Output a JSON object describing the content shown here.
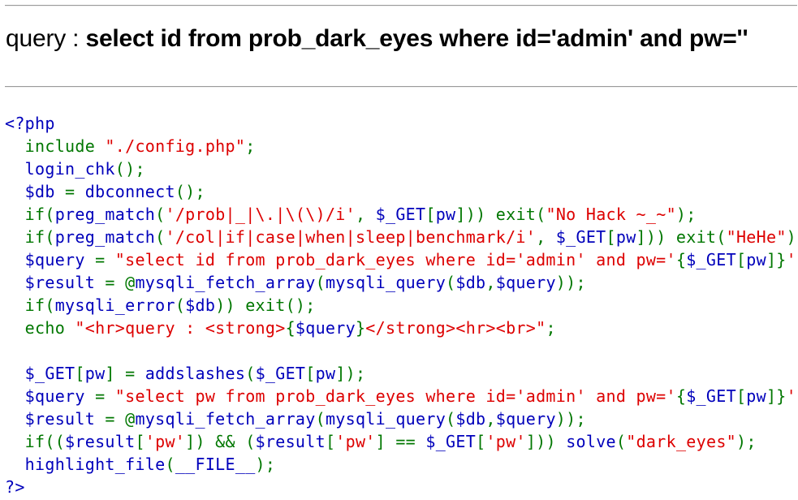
{
  "query_label": "query : ",
  "query_text": "select id from prob_dark_eyes where id='admin' and pw=''",
  "colors": {
    "default": "#0000BB",
    "keyword": "#007700",
    "string": "#DD0000"
  },
  "source_code": [
    [
      {
        "t": "<?php",
        "c": "default"
      }
    ],
    [
      {
        "t": "  include ",
        "c": "keyword"
      },
      {
        "t": "\"./config.php\"",
        "c": "string"
      },
      {
        "t": ";",
        "c": "keyword"
      }
    ],
    [
      {
        "t": "  login_chk",
        "c": "default"
      },
      {
        "t": "();",
        "c": "keyword"
      }
    ],
    [
      {
        "t": "  $db ",
        "c": "default"
      },
      {
        "t": "= ",
        "c": "keyword"
      },
      {
        "t": "dbconnect",
        "c": "default"
      },
      {
        "t": "();",
        "c": "keyword"
      }
    ],
    [
      {
        "t": "  if(",
        "c": "keyword"
      },
      {
        "t": "preg_match",
        "c": "default"
      },
      {
        "t": "(",
        "c": "keyword"
      },
      {
        "t": "'/prob|_|\\.|\\(\\)/i'",
        "c": "string"
      },
      {
        "t": ", ",
        "c": "keyword"
      },
      {
        "t": "$_GET",
        "c": "default"
      },
      {
        "t": "[",
        "c": "keyword"
      },
      {
        "t": "pw",
        "c": "default"
      },
      {
        "t": "])) exit(",
        "c": "keyword"
      },
      {
        "t": "\"No Hack ~_~\"",
        "c": "string"
      },
      {
        "t": ");",
        "c": "keyword"
      }
    ],
    [
      {
        "t": "  if(",
        "c": "keyword"
      },
      {
        "t": "preg_match",
        "c": "default"
      },
      {
        "t": "(",
        "c": "keyword"
      },
      {
        "t": "'/col|if|case|when|sleep|benchmark/i'",
        "c": "string"
      },
      {
        "t": ", ",
        "c": "keyword"
      },
      {
        "t": "$_GET",
        "c": "default"
      },
      {
        "t": "[",
        "c": "keyword"
      },
      {
        "t": "pw",
        "c": "default"
      },
      {
        "t": "])) exit(",
        "c": "keyword"
      },
      {
        "t": "\"HeHe\"",
        "c": "string"
      },
      {
        "t": ");",
        "c": "keyword"
      }
    ],
    [
      {
        "t": "  $query ",
        "c": "default"
      },
      {
        "t": "= ",
        "c": "keyword"
      },
      {
        "t": "\"select id from prob_dark_eyes where id='admin' and pw='",
        "c": "string"
      },
      {
        "t": "{",
        "c": "keyword"
      },
      {
        "t": "$_GET",
        "c": "default"
      },
      {
        "t": "[",
        "c": "keyword"
      },
      {
        "t": "pw",
        "c": "default"
      },
      {
        "t": "]}",
        "c": "keyword"
      },
      {
        "t": "'\"",
        "c": "string"
      },
      {
        "t": ";",
        "c": "keyword"
      }
    ],
    [
      {
        "t": "  $result ",
        "c": "default"
      },
      {
        "t": "= @",
        "c": "keyword"
      },
      {
        "t": "mysqli_fetch_array",
        "c": "default"
      },
      {
        "t": "(",
        "c": "keyword"
      },
      {
        "t": "mysqli_query",
        "c": "default"
      },
      {
        "t": "(",
        "c": "keyword"
      },
      {
        "t": "$db",
        "c": "default"
      },
      {
        "t": ",",
        "c": "keyword"
      },
      {
        "t": "$query",
        "c": "default"
      },
      {
        "t": "));",
        "c": "keyword"
      }
    ],
    [
      {
        "t": "  if(",
        "c": "keyword"
      },
      {
        "t": "mysqli_error",
        "c": "default"
      },
      {
        "t": "(",
        "c": "keyword"
      },
      {
        "t": "$db",
        "c": "default"
      },
      {
        "t": ")) exit();",
        "c": "keyword"
      }
    ],
    [
      {
        "t": "  echo ",
        "c": "keyword"
      },
      {
        "t": "\"<hr>query : <strong>",
        "c": "string"
      },
      {
        "t": "{",
        "c": "keyword"
      },
      {
        "t": "$query",
        "c": "default"
      },
      {
        "t": "}",
        "c": "keyword"
      },
      {
        "t": "</strong><hr><br>\"",
        "c": "string"
      },
      {
        "t": ";",
        "c": "keyword"
      }
    ],
    [],
    [
      {
        "t": "  $_GET",
        "c": "default"
      },
      {
        "t": "[",
        "c": "keyword"
      },
      {
        "t": "pw",
        "c": "default"
      },
      {
        "t": "] = ",
        "c": "keyword"
      },
      {
        "t": "addslashes",
        "c": "default"
      },
      {
        "t": "(",
        "c": "keyword"
      },
      {
        "t": "$_GET",
        "c": "default"
      },
      {
        "t": "[",
        "c": "keyword"
      },
      {
        "t": "pw",
        "c": "default"
      },
      {
        "t": "]);",
        "c": "keyword"
      }
    ],
    [
      {
        "t": "  $query ",
        "c": "default"
      },
      {
        "t": "= ",
        "c": "keyword"
      },
      {
        "t": "\"select pw from prob_dark_eyes where id='admin' and pw='",
        "c": "string"
      },
      {
        "t": "{",
        "c": "keyword"
      },
      {
        "t": "$_GET",
        "c": "default"
      },
      {
        "t": "[",
        "c": "keyword"
      },
      {
        "t": "pw",
        "c": "default"
      },
      {
        "t": "]}",
        "c": "keyword"
      },
      {
        "t": "'\"",
        "c": "string"
      },
      {
        "t": ";",
        "c": "keyword"
      }
    ],
    [
      {
        "t": "  $result ",
        "c": "default"
      },
      {
        "t": "= @",
        "c": "keyword"
      },
      {
        "t": "mysqli_fetch_array",
        "c": "default"
      },
      {
        "t": "(",
        "c": "keyword"
      },
      {
        "t": "mysqli_query",
        "c": "default"
      },
      {
        "t": "(",
        "c": "keyword"
      },
      {
        "t": "$db",
        "c": "default"
      },
      {
        "t": ",",
        "c": "keyword"
      },
      {
        "t": "$query",
        "c": "default"
      },
      {
        "t": "));",
        "c": "keyword"
      }
    ],
    [
      {
        "t": "  if((",
        "c": "keyword"
      },
      {
        "t": "$result",
        "c": "default"
      },
      {
        "t": "[",
        "c": "keyword"
      },
      {
        "t": "'pw'",
        "c": "string"
      },
      {
        "t": "]) && (",
        "c": "keyword"
      },
      {
        "t": "$result",
        "c": "default"
      },
      {
        "t": "[",
        "c": "keyword"
      },
      {
        "t": "'pw'",
        "c": "string"
      },
      {
        "t": "] == ",
        "c": "keyword"
      },
      {
        "t": "$_GET",
        "c": "default"
      },
      {
        "t": "[",
        "c": "keyword"
      },
      {
        "t": "'pw'",
        "c": "string"
      },
      {
        "t": "])) ",
        "c": "keyword"
      },
      {
        "t": "solve",
        "c": "default"
      },
      {
        "t": "(",
        "c": "keyword"
      },
      {
        "t": "\"dark_eyes\"",
        "c": "string"
      },
      {
        "t": ");",
        "c": "keyword"
      }
    ],
    [
      {
        "t": "  highlight_file",
        "c": "default"
      },
      {
        "t": "(",
        "c": "keyword"
      },
      {
        "t": "__FILE__",
        "c": "default"
      },
      {
        "t": ");",
        "c": "keyword"
      }
    ],
    [
      {
        "t": "?>",
        "c": "default"
      }
    ]
  ]
}
